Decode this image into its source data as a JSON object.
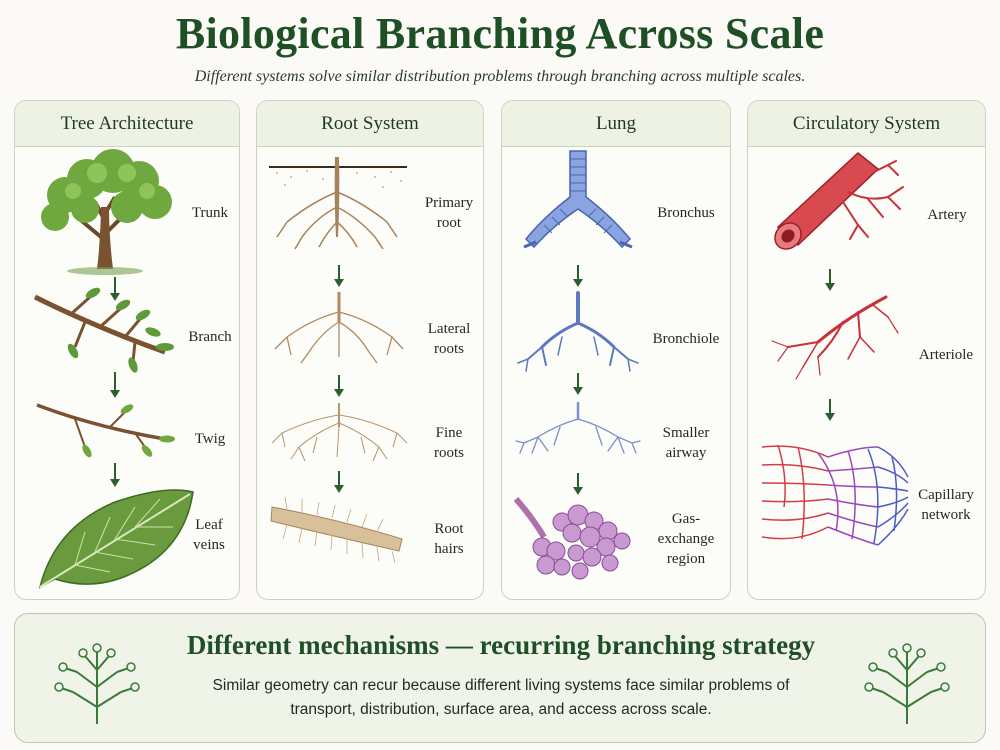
{
  "title": "Biological Branching Across Scale",
  "subtitle": "Different systems solve similar distribution problems through branching across multiple scales.",
  "panels": [
    {
      "heading": "Tree Architecture",
      "labels": [
        "Trunk",
        "Branch",
        "Twig",
        "Leaf veins"
      ]
    },
    {
      "heading": "Root System",
      "labels": [
        "Primary root",
        "Lateral roots",
        "Fine roots",
        "Root hairs"
      ]
    },
    {
      "heading": "Lung",
      "labels": [
        "Bronchus",
        "Bronchiole",
        "Smaller airway",
        "Gas-exchange region"
      ]
    },
    {
      "heading": "Circulatory System",
      "labels": [
        "Artery",
        "Arteriole",
        "Capillary network"
      ]
    }
  ],
  "footer": {
    "heading": "Different mechanisms — recurring branching strategy",
    "text": "Similar geometry can recur because different living systems face similar problems of transport, distribution, surface area, and access across scale."
  },
  "colors": {
    "accent_green": "#1f4f25",
    "tree_green": "#5f9a3a",
    "root_brown": "#a7825a",
    "lung_blue": "#5c78c0",
    "artery_red": "#c8303a",
    "vein_blue": "#4d5cc8"
  }
}
